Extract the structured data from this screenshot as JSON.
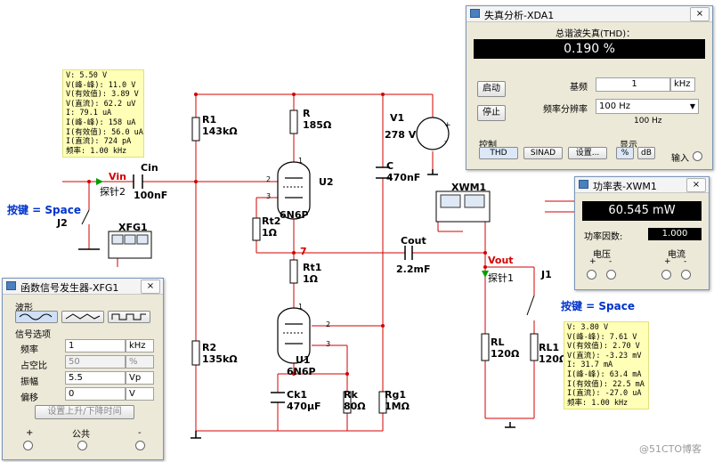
{
  "schematic": {
    "components": {
      "r1": {
        "name": "R1",
        "value": "143kΩ"
      },
      "r2": {
        "name": "R2",
        "value": "135kΩ"
      },
      "r": {
        "name": "R",
        "value": "185Ω"
      },
      "rt2": {
        "name": "Rt2",
        "value": "1Ω"
      },
      "rt1": {
        "name": "Rt1",
        "value": "1Ω"
      },
      "rk": {
        "name": "Rk",
        "value": "80Ω"
      },
      "rg1": {
        "name": "Rg1",
        "value": "1MΩ"
      },
      "rl": {
        "name": "RL",
        "value": "120Ω"
      },
      "rl1": {
        "name": "RL1",
        "value": "120Ω"
      },
      "cin": {
        "name": "Cin",
        "value": "100nF"
      },
      "c": {
        "name": "C",
        "value": "470nF"
      },
      "cout": {
        "name": "Cout",
        "value": "2.2mF"
      },
      "ck1": {
        "name": "Ck1",
        "value": "470µF"
      },
      "v1": {
        "name": "V1",
        "value": "278 V"
      },
      "u1": {
        "name": "U1",
        "model": "6N6P"
      },
      "u2": {
        "name": "U2",
        "model": "6N6P"
      },
      "xfg1": {
        "name": "XFG1"
      },
      "xwm1": {
        "name": "XWM1"
      },
      "j2": {
        "name": "J2"
      },
      "j1": {
        "name": "J1"
      }
    },
    "labels": {
      "vin": "Vin",
      "vout": "Vout",
      "probe2": "探针2",
      "probe1": "探针1",
      "key_space_left": "按键 = Space",
      "key_space_right": "按键 = Space",
      "node7": "7",
      "pin1a": "1",
      "pin2a": "2",
      "pin3a": "3",
      "pin1b": "1",
      "pin2b": "2",
      "pin3b": "3",
      "v1_plus": "+",
      "v1_minus": "-",
      "watermark": "@51CTO博客"
    },
    "probe_in": [
      "V: 5.50 V",
      "V(峰-峰): 11.0 V",
      "V(有效值): 3.89 V",
      "V(直流): 62.2 uV",
      "I: 79.1 uA",
      "I(峰-峰): 158 uA",
      "I(有效值): 56.0 uA",
      "I(直流): 724 pA",
      "频率: 1.00 kHz"
    ],
    "probe_out": [
      "V: 3.80 V",
      "V(峰-峰): 7.61 V",
      "V(有效值): 2.70 V",
      "V(直流): -3.23 mV",
      "I: 31.7 mA",
      "I(峰-峰): 63.4 mA",
      "I(有效值): 22.5 mA",
      "I(直流): -27.0 uA",
      "频率: 1.00 kHz"
    ]
  },
  "distortion_window": {
    "title": "失真分析-XDA1",
    "close": "×",
    "thd_label": "总谐波失真(THD)：",
    "thd_value": "0.190 %",
    "start_button": "启动",
    "stop_button": "停止",
    "fundamental_label": "基频",
    "fundamental_value": "1",
    "fundamental_unit": "kHz",
    "resolution_label": "频率分辨率",
    "resolution_value": "100 Hz",
    "resolution_sub": "100 Hz",
    "control_label": "控制",
    "thd_button": "THD",
    "sinad_button": "SINAD",
    "settings_button": "设置...",
    "display_label": "显示",
    "percent_button": "%",
    "db_button": "dB",
    "input_label": "输入"
  },
  "wattmeter_window": {
    "title": "功率表-XWM1",
    "close": "×",
    "power_value": "60.545 mW",
    "pf_label": "功率因数:",
    "pf_value": "1.000",
    "voltage_label": "电压",
    "current_label": "电流",
    "plus1": "+",
    "minus1": "-",
    "plus2": "+",
    "minus2": "-"
  },
  "fgen_window": {
    "title": "函数信号发生器-XFG1",
    "close": "×",
    "waveform_label": "波形",
    "signal_options_label": "信号选项",
    "freq_label": "频率",
    "freq_value": "1",
    "freq_unit": "kHz",
    "duty_label": "占空比",
    "duty_value": "50",
    "duty_unit": "%",
    "amp_label": "振幅",
    "amp_value": "5.5",
    "amp_unit": "Vp",
    "offset_label": "偏移",
    "offset_value": "0",
    "offset_unit": "V",
    "rise_fall_button": "设置上升/下降时间",
    "plus": "+",
    "common": "公共",
    "minus": "-"
  },
  "colors": {
    "wire": "#d40000",
    "ground": "#000000",
    "probe_bg": "#ffffb8",
    "accent_blue": "#0033cc"
  }
}
